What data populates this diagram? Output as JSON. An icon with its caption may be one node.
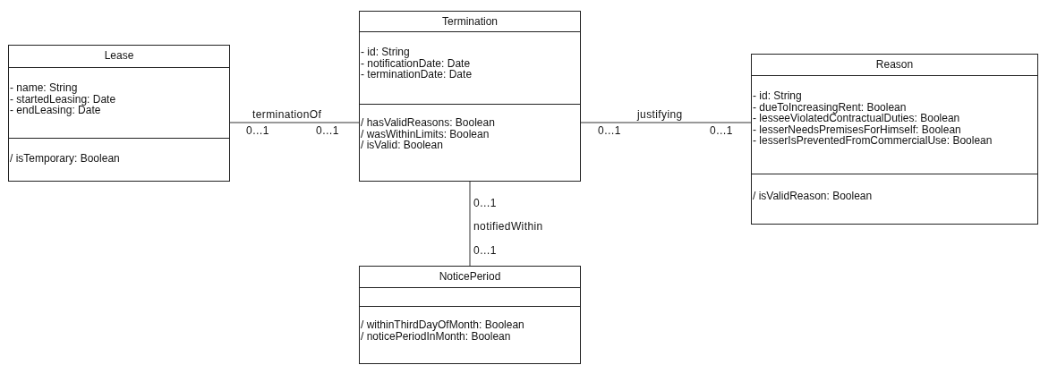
{
  "diagram": {
    "nodes": [
      {
        "text": [
          "Lease"
        ]
      },
      {
        "text": [
          "- name: String",
          "- startedLeasing: Date",
          "- endLeasing: Date"
        ],
        "in": 0
      },
      {
        "text": [
          "/ isTemporary: Boolean"
        ],
        "in": 0
      },
      {
        "text": [
          "Termination"
        ]
      },
      {
        "text": [
          "- id: String",
          "- notificationDate: Date",
          "- terminationDate: Date"
        ],
        "in": 3
      },
      {
        "text": [
          "/ hasValidReasons: Boolean",
          "/ wasWithinLimits: Boolean",
          "/ isValid: Boolean"
        ],
        "in": 3
      },
      {
        "text": [
          "Reason"
        ]
      },
      {
        "text": [
          "- id: String",
          "- dueToIncreasingRent: Boolean",
          "- lesseeViolatedContractualDuties: Boolean",
          "- lesserNeedsPremisesForHimself: Boolean",
          "- lesserIsPreventedFromCommercialUse: Boolean"
        ],
        "in": 6
      },
      {
        "text": [
          "/ isValidReason: Boolean"
        ],
        "in": 6
      },
      {
        "text": [
          "NoticePeriod"
        ]
      },
      {
        "text": [],
        "shape": "box",
        "in": 9
      },
      {
        "text": [
          "/ withinThirdDayOfMonth: Boolean",
          "/ noticePeriodInMonth: Boolean"
        ],
        "in": 9
      }
    ],
    "edges": [
      {
        "from": 0,
        "to": 3,
        "arrow": "none",
        "label": "terminationOf"
      },
      {
        "from": 3,
        "to": 6,
        "arrow": "none",
        "label": "justifying"
      },
      {
        "from": 3,
        "to": 9,
        "arrow": "none",
        "label": "notifiedWithin"
      }
    ],
    "labels": [
      "0…1",
      "0…1",
      "0…1",
      "0…1",
      "0…1",
      "0…1"
    ]
  }
}
